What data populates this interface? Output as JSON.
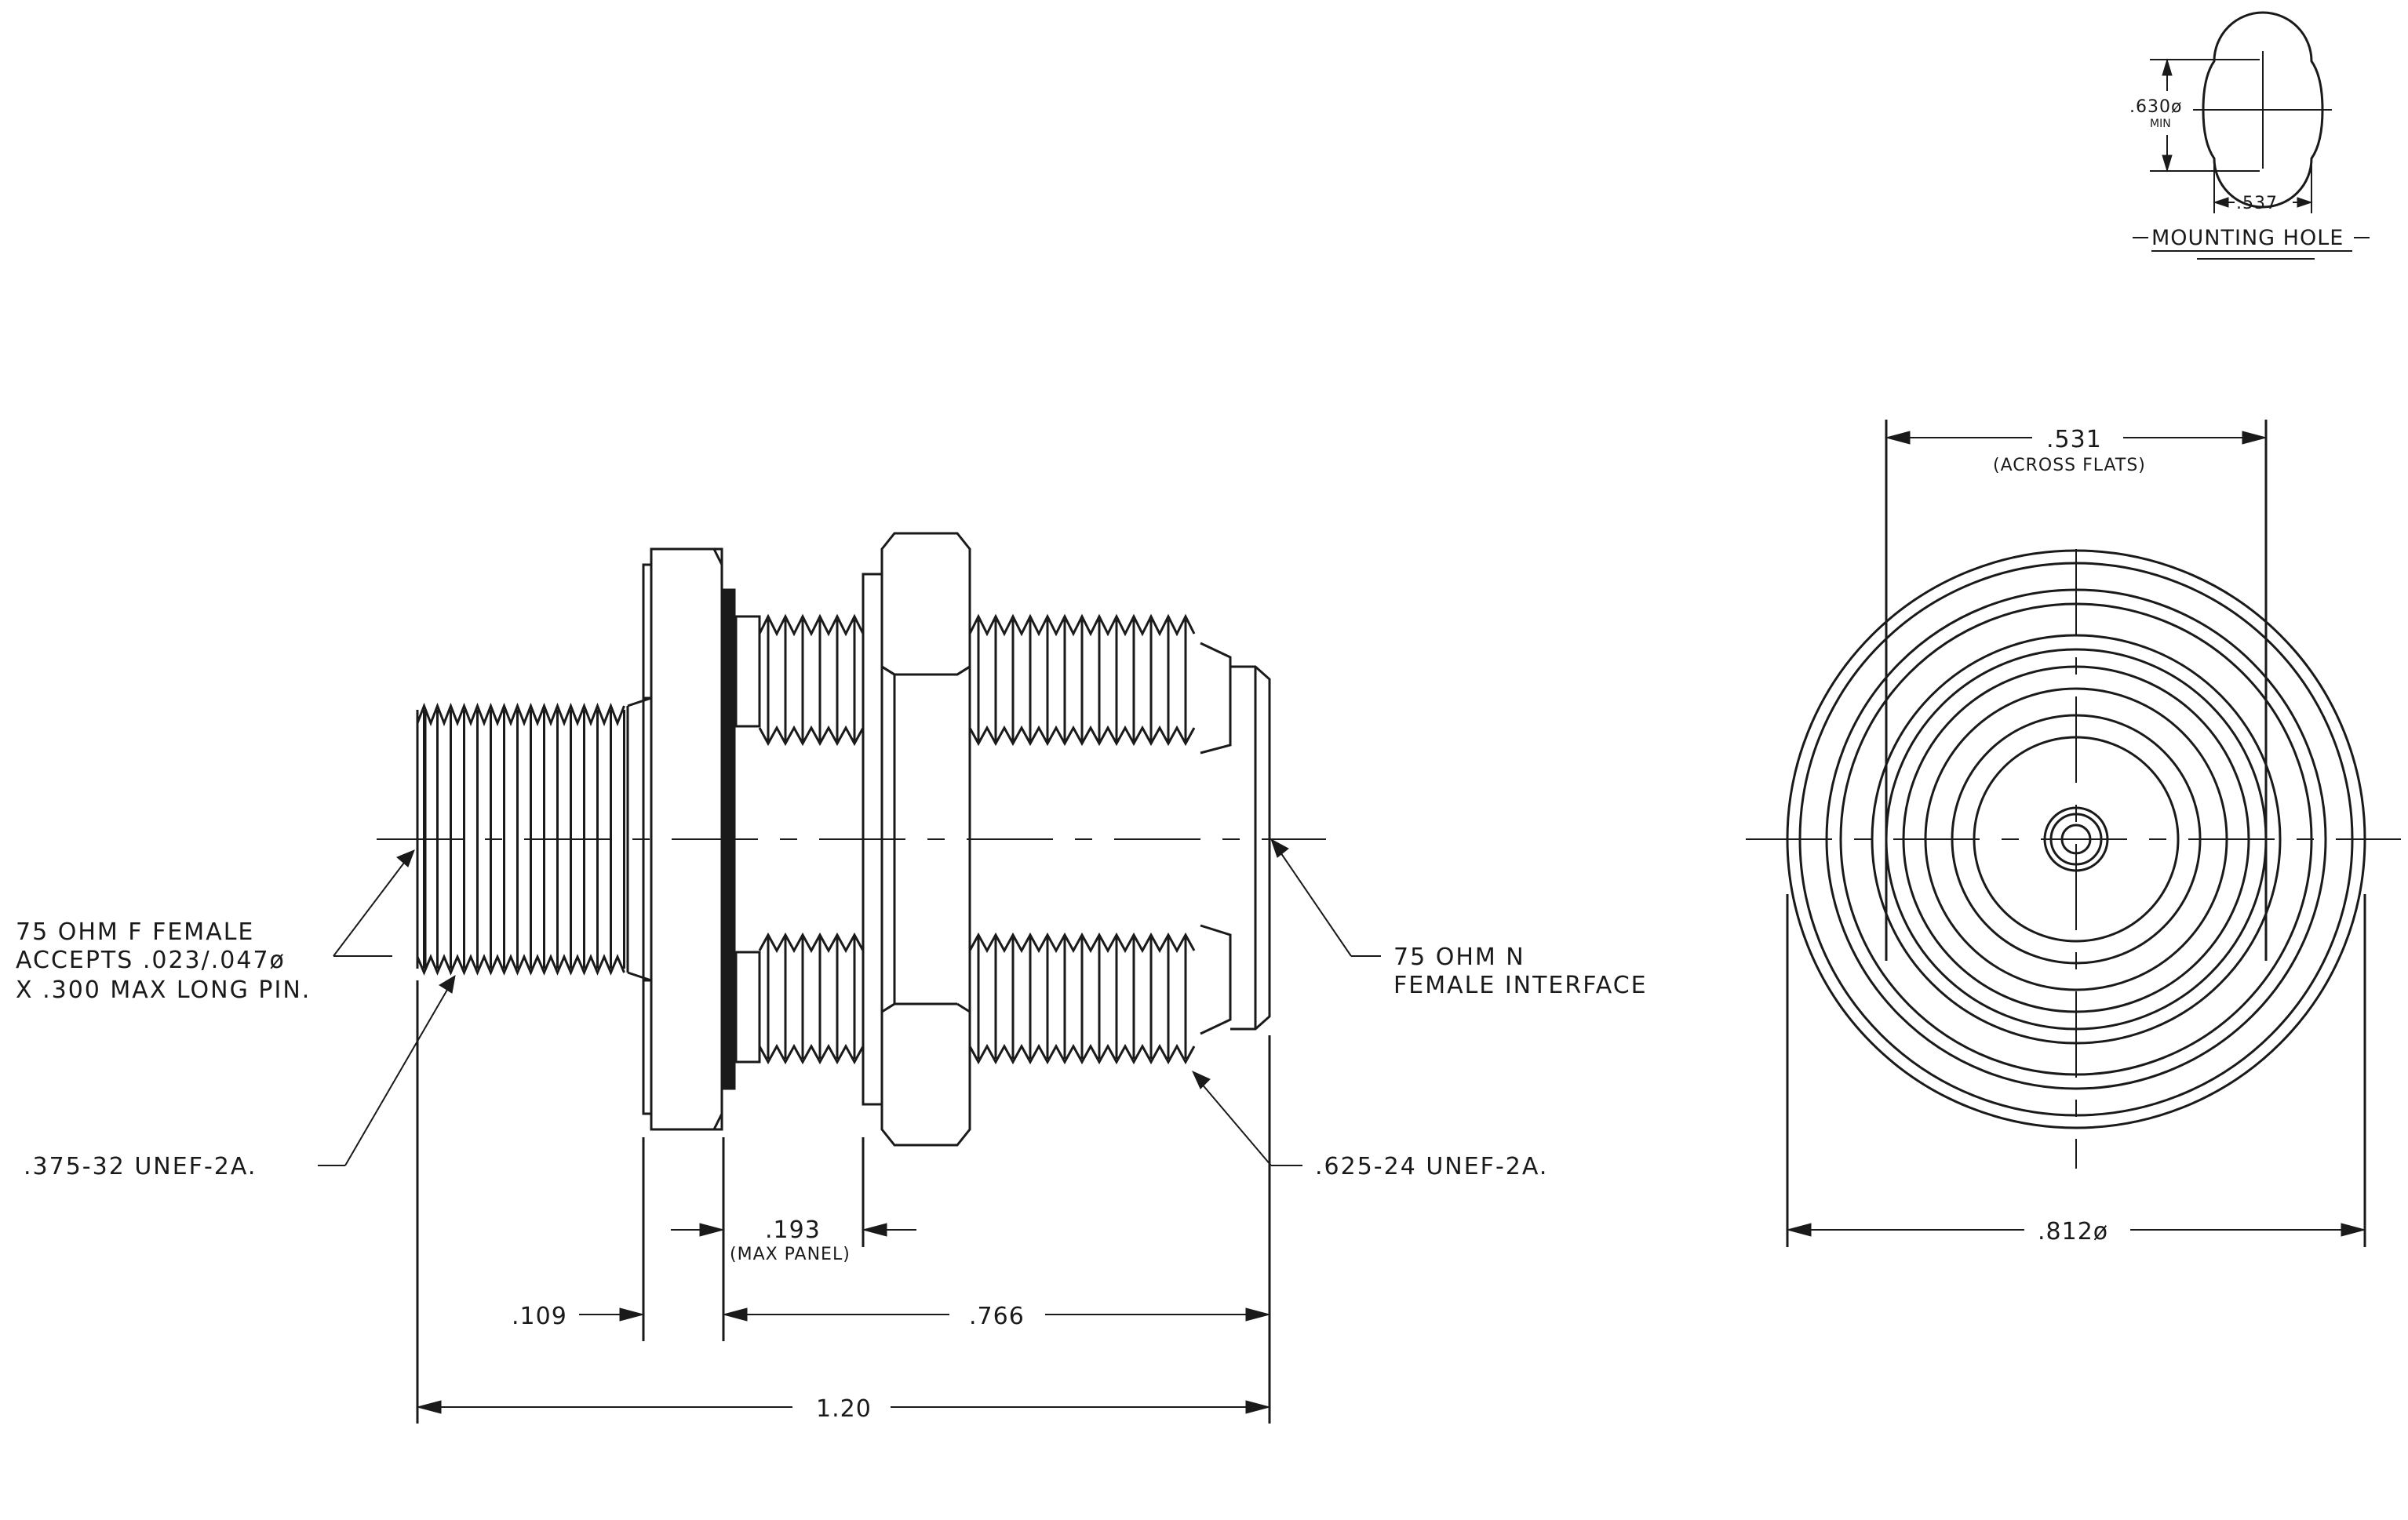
{
  "mounting_hole": {
    "diameter": ".630ø",
    "diameter_note": "MIN",
    "flat": ".537",
    "title": "MOUNTING HOLE"
  },
  "callouts": {
    "f_female_line1": "75 OHM F FEMALE",
    "f_female_line2": "ACCEPTS .023/.047ø",
    "f_female_line3": "X .300 MAX LONG PIN.",
    "f_thread": ".375-32 UNEF-2A.",
    "n_female_line1": "75 OHM N",
    "n_female_line2": "FEMALE INTERFACE",
    "n_thread": ".625-24 UNEF-2A."
  },
  "dimensions": {
    "panel": ".193",
    "panel_note": "(MAX PANEL)",
    "flange": ".109",
    "body": ".766",
    "overall": "1.20",
    "across_flats": ".531",
    "across_flats_note": "(ACROSS FLATS)",
    "outer_diameter": ".812ø"
  }
}
